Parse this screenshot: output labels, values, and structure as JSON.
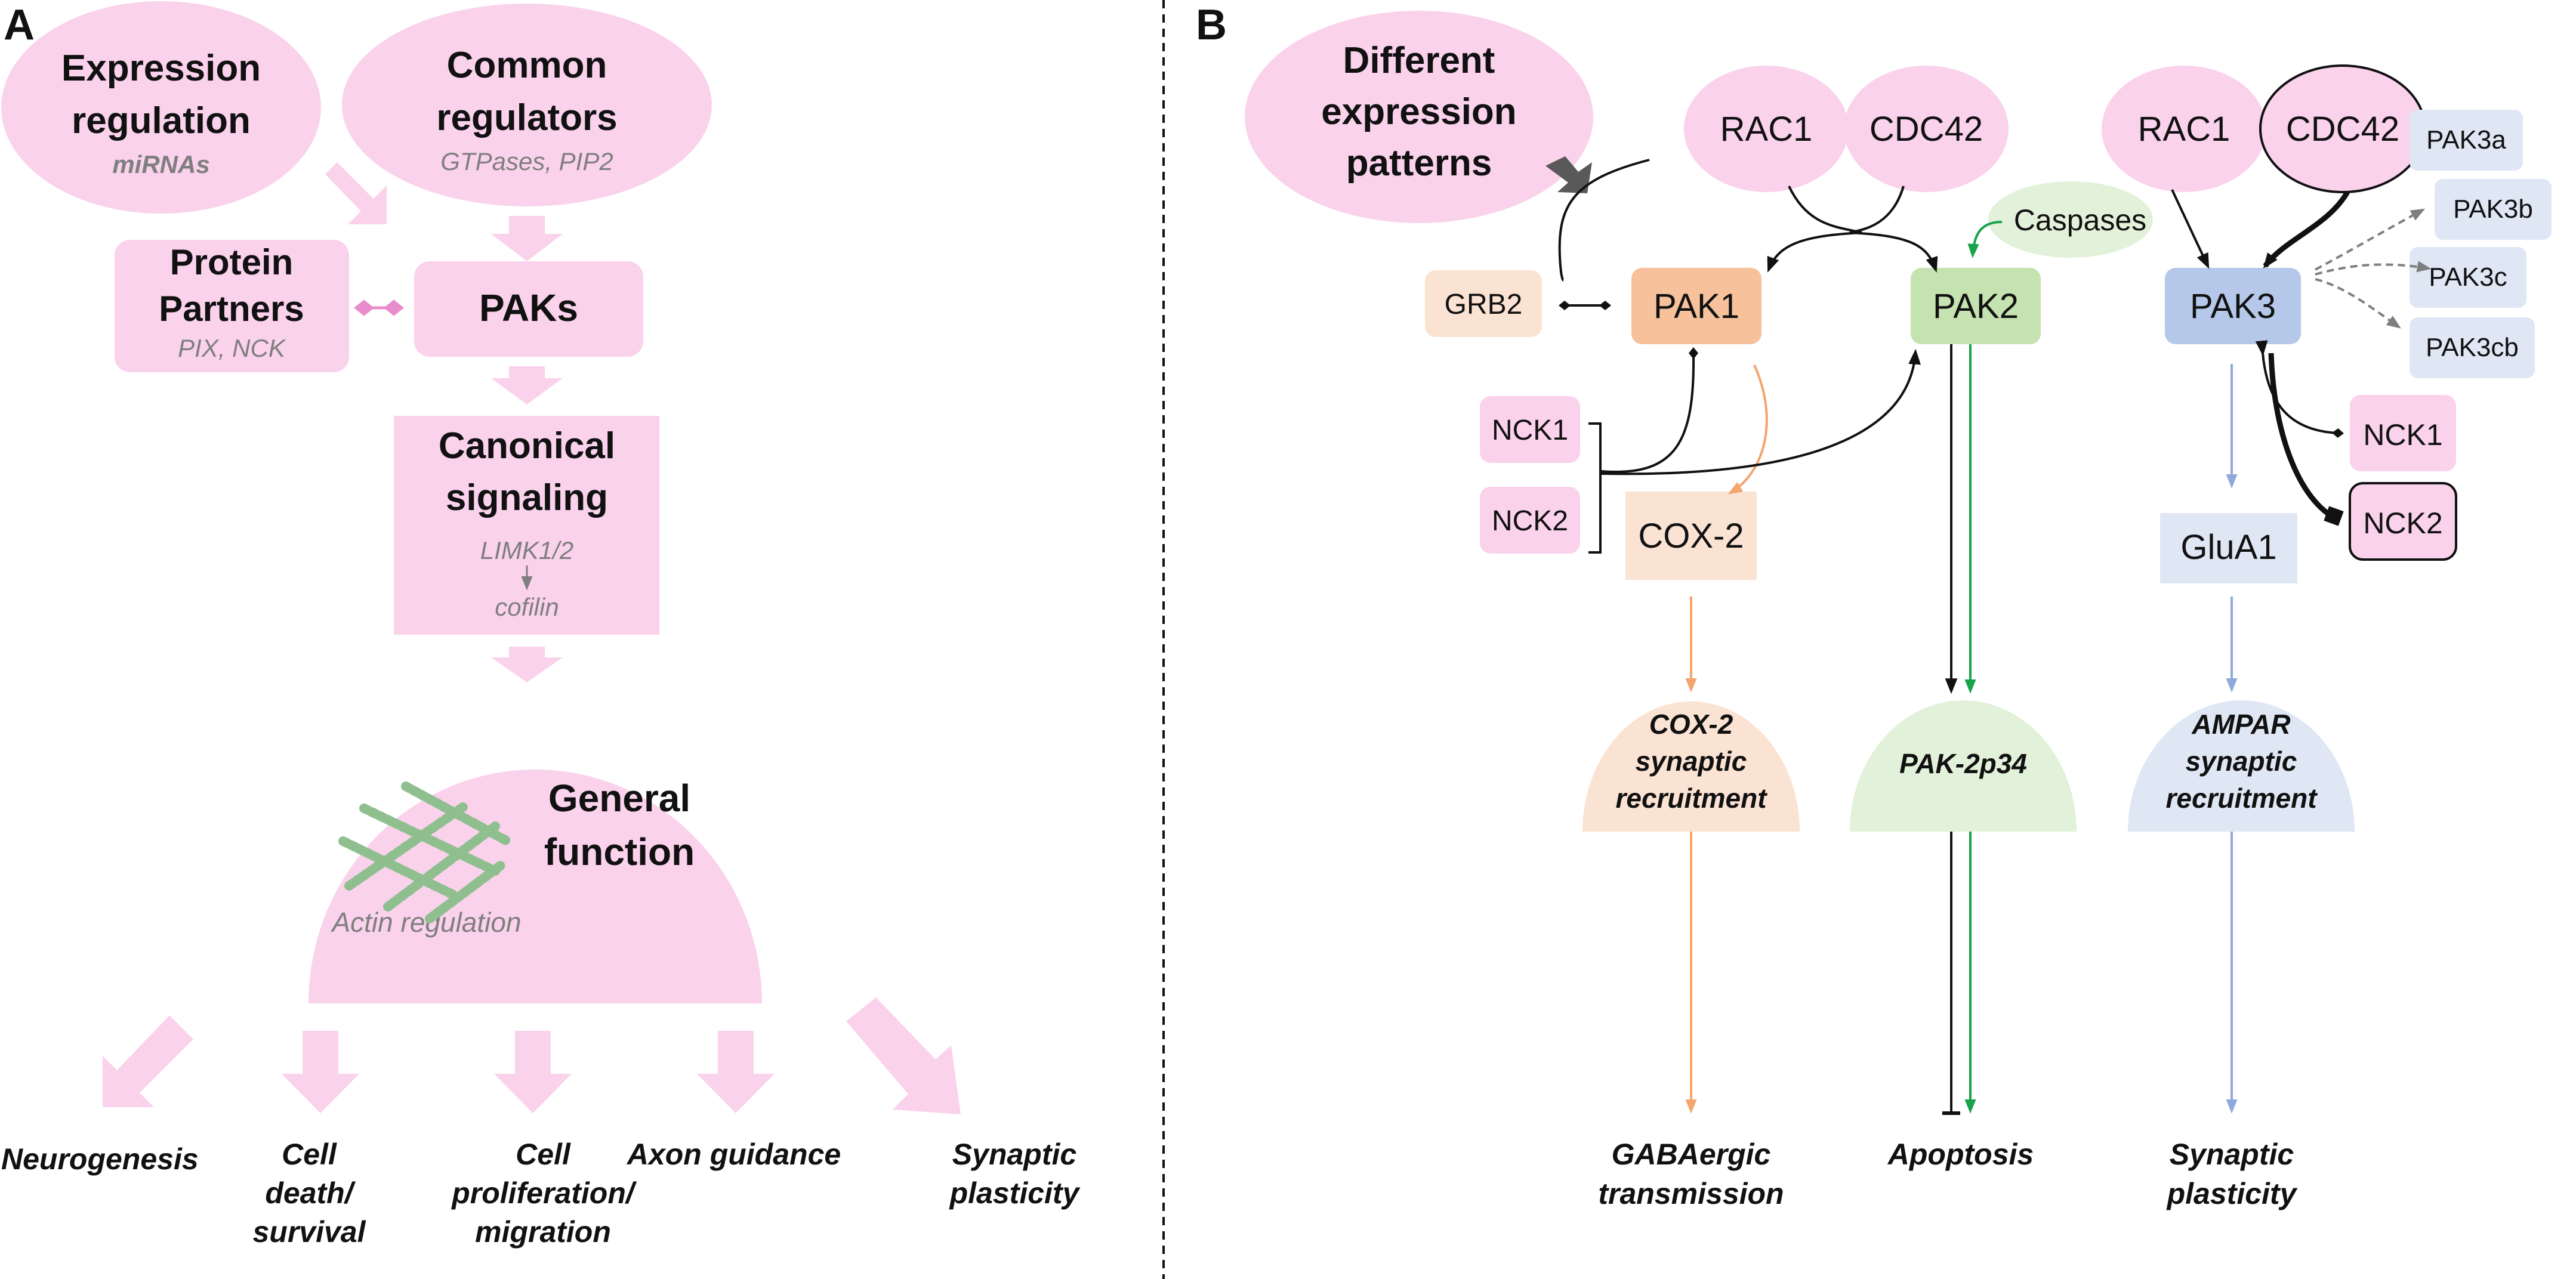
{
  "panel_a": {
    "label": "A",
    "expression": {
      "title": [
        "Expression",
        "regulation"
      ],
      "sub": "miRNAs"
    },
    "common": {
      "title": [
        "Common",
        "regulators"
      ],
      "sub": "GTPases, PIP2"
    },
    "partners": {
      "title": [
        "Protein",
        "Partners"
      ],
      "sub": "PIX, NCK"
    },
    "paks": "PAKs",
    "canonical": {
      "title": [
        "Canonical",
        "signaling"
      ],
      "sub1": "LIMK1/2",
      "sub2": "cofilin"
    },
    "general": {
      "title": [
        "General",
        "function"
      ],
      "sub": "Actin regulation"
    },
    "outputs": [
      {
        "lines": [
          "Neurogenesis"
        ]
      },
      {
        "lines": [
          "Cell",
          "death/",
          "survival"
        ]
      },
      {
        "lines": [
          "Cell",
          "proliferation/",
          "migration"
        ]
      },
      {
        "lines": [
          "Axon guidance"
        ]
      },
      {
        "lines": [
          "Synaptic",
          "plasticity"
        ]
      }
    ]
  },
  "panel_b": {
    "label": "B",
    "expression": [
      "Different",
      "expression",
      "patterns"
    ],
    "rac1": "RAC1",
    "cdc42": "CDC42",
    "rac1_b": "RAC1",
    "cdc42_b": "CDC42",
    "caspases": "Caspases",
    "grb2": "GRB2",
    "pak1": "PAK1",
    "pak2": "PAK2",
    "pak3": "PAK3",
    "isoforms": [
      "PAK3a",
      "PAK3b",
      "PAK3c",
      "PAK3cb"
    ],
    "nck1_left": "NCK1",
    "nck2_left": "NCK2",
    "nck1_right": "NCK1",
    "nck2_right": "NCK2",
    "cox2": "COX-2",
    "glua1": "GluA1",
    "cox2_rec": [
      "COX-2",
      "synaptic",
      "recruitment"
    ],
    "pak2p34": "PAK-2p34",
    "ampar_rec": [
      "AMPAR",
      "synaptic",
      "recruitment"
    ],
    "out_gaba": [
      "GABAergic",
      "transmission"
    ],
    "out_apop": [
      "Apoptosis"
    ],
    "out_syn": [
      "Synaptic",
      "plasticity"
    ]
  },
  "colors": {
    "pink": "#fad2ec",
    "pink_dark": "#e98ccb",
    "peach": "#fbe3d3",
    "orange": "#f6c19b",
    "orange_line": "#f4a46e",
    "green_light": "#e2f1d9",
    "green": "#c4e3b0",
    "green_line": "#16a34a",
    "blue_light": "#dfe7f5",
    "blue": "#b5c8e9",
    "blue_line": "#8fa9db",
    "grey": "#7f7f7f"
  }
}
